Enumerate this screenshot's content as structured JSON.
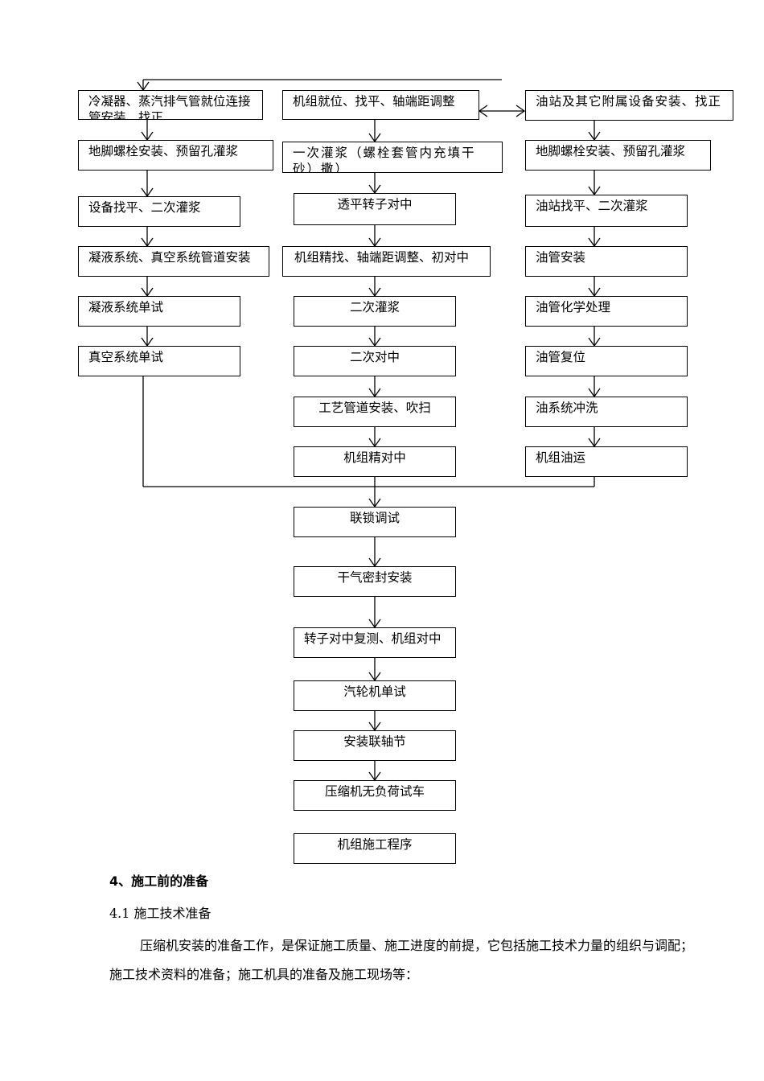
{
  "flowchart": {
    "left_column": [
      "冷凝器、蒸汽排气管就位连接管安装、找正",
      "地脚螺栓安装、预留孔灌浆",
      "设备找平、二次灌浆",
      "凝液系统、真空系统管道安装",
      "凝液系统单试",
      "真空系统单试"
    ],
    "middle_column": [
      "机组就位、找平、轴端距调整",
      "一次灌浆（螺栓套管内充填干砂）撒）",
      "透平转子对中",
      "机组精找、轴端距调整、初对中",
      "二次灌浆",
      "二次对中",
      "工艺管道安装、吹扫",
      "机组精对中"
    ],
    "right_column": [
      "油站及其它附属设备安装、找正",
      "地脚螺栓安装、预留孔灌浆",
      "油站找平、二次灌浆",
      "油管安装",
      "油管化学处理",
      "油管复位",
      "油系统冲洗",
      "机组油运"
    ],
    "lower_column": [
      "联锁调试",
      "干气密封安装",
      "转子对中复测、机组对中",
      "汽轮机单试",
      "安装联轴节",
      "压缩机无负荷试车"
    ],
    "caption": "机组施工程序"
  },
  "section": {
    "heading": "4、施工前的准备",
    "subheading": "4.1 施工技术准备",
    "paragraph": "压缩机安装的准备工作，是保证施工质量、施工进度的前提，它包括施工技术力量的组织与调配；施工技术资料的准备；施工机具的准备及施工现场等："
  }
}
